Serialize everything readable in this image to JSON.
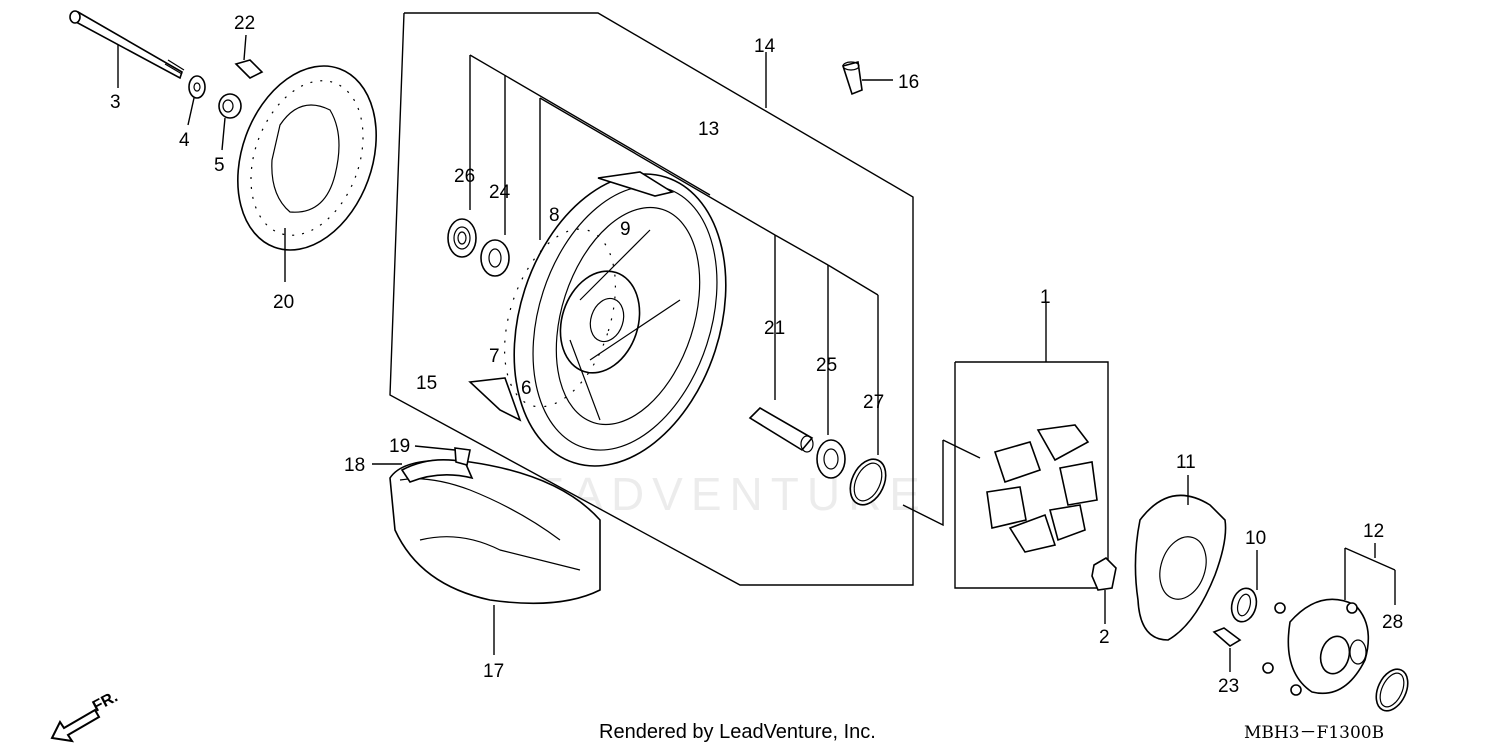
{
  "callouts": {
    "c1": "1",
    "c2": "2",
    "c3": "3",
    "c4": "4",
    "c5": "5",
    "c6": "6",
    "c7": "7",
    "c8": "8",
    "c9": "9",
    "c10": "10",
    "c11": "11",
    "c12": "12",
    "c13": "13",
    "c14": "14",
    "c15": "15",
    "c16": "16",
    "c17": "17",
    "c18": "18",
    "c19": "19",
    "c20": "20",
    "c21": "21",
    "c22": "22",
    "c23": "23",
    "c24": "24",
    "c25": "25",
    "c26": "26",
    "c27": "27",
    "c28": "28"
  },
  "footer": {
    "credit": "Rendered by LeadVenture, Inc.",
    "code": "MBH3－F1300B"
  },
  "arrow": {
    "label": "FR."
  },
  "watermark": {
    "text": "LEADVENTURE"
  }
}
